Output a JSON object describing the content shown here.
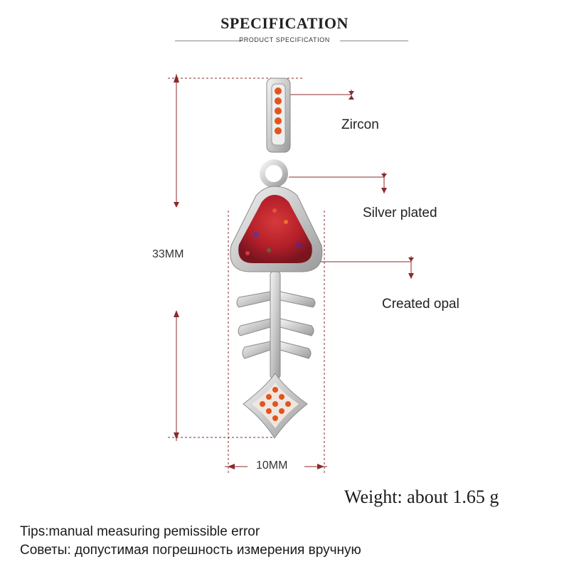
{
  "header": {
    "title": "SPECIFICATION",
    "subtitle": "PRODUCT SPECIFICATION"
  },
  "labels": {
    "zircon": "Zircon",
    "silver": "Silver plated",
    "opal": "Created opal"
  },
  "dimensions": {
    "height": "33MM",
    "width": "10MM"
  },
  "weight": "Weight: about  1.65 g",
  "tips": {
    "en": "Tips:manual measuring pemissible error",
    "ru": "Советы: допустимая погрешность измерения вручную"
  },
  "colors": {
    "line": "#8b2a2a",
    "silver": "#d4d4d4",
    "opal": "#b8232b",
    "zircon": "#e0551e"
  }
}
